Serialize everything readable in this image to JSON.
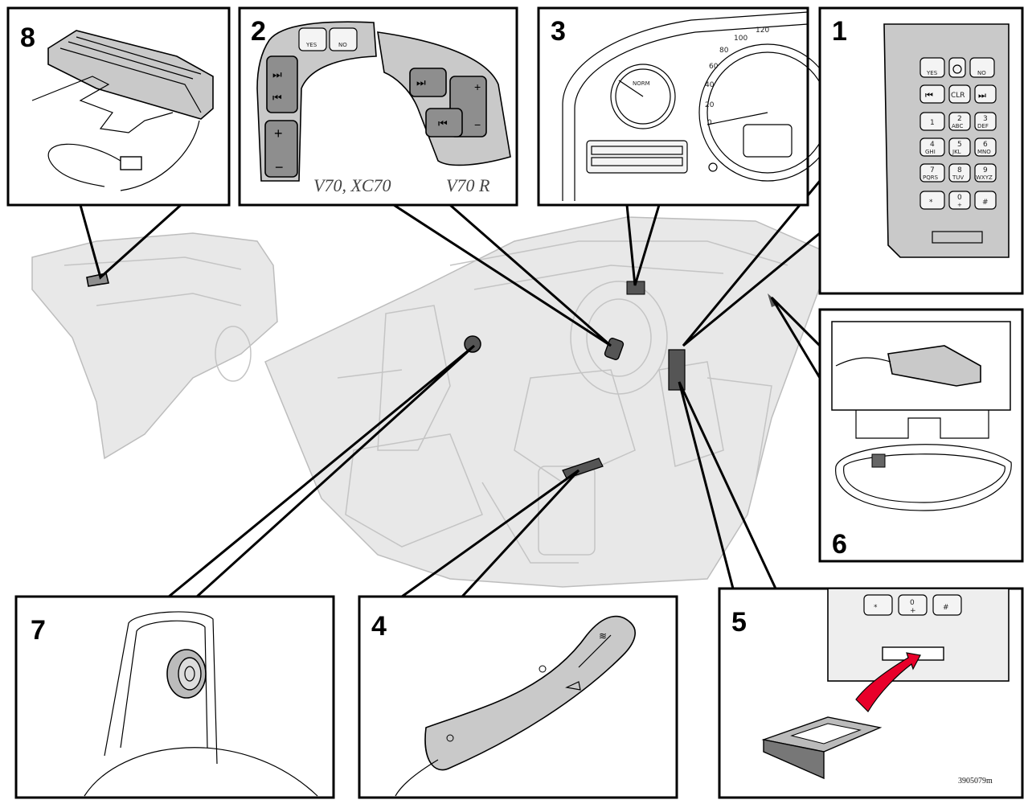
{
  "callouts": {
    "n1": "1",
    "n2": "2",
    "n3": "3",
    "n4": "4",
    "n5": "5",
    "n6": "6",
    "n7": "7",
    "n8": "8"
  },
  "models": {
    "left": "V70, XC70",
    "right": "V70 R"
  },
  "steering_buttons": {
    "yes": "YES",
    "no": "NO"
  },
  "gauge": {
    "temp_label": "NORM",
    "speed_ticks": [
      "0",
      "20",
      "40",
      "60",
      "80",
      "100",
      "120"
    ]
  },
  "keypad": {
    "top": [
      "YES",
      "",
      "NO"
    ],
    "nav": [
      "",
      "CLR",
      ""
    ],
    "digits": [
      [
        "1",
        ""
      ],
      [
        "2",
        "ABC"
      ],
      [
        "3",
        "DEF"
      ],
      [
        "4",
        "GHI"
      ],
      [
        "5",
        "JKL"
      ],
      [
        "6",
        "MNO"
      ],
      [
        "7",
        "PQRS"
      ],
      [
        "8",
        "TUV"
      ],
      [
        "9",
        "WXYZ"
      ],
      [
        "*",
        ""
      ],
      [
        "0",
        "+"
      ],
      [
        "#",
        ""
      ]
    ]
  },
  "sim_keys": [
    "*",
    "0",
    "+",
    "#"
  ],
  "image_code": "3905079m"
}
